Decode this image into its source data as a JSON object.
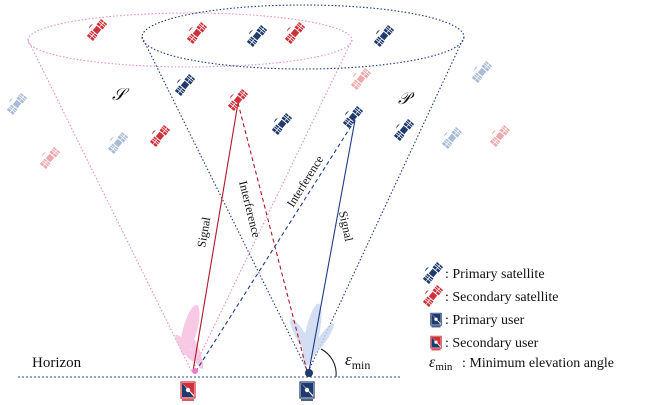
{
  "diagram": {
    "set_labels": {
      "secondary": "𝒮",
      "primary": "𝒫"
    },
    "link_labels": {
      "signal_secondary": "Signal",
      "interference_to_secondary": "Interference",
      "interference_to_primary": "Interference",
      "signal_primary": "Signal"
    },
    "horizon_label": "Horizon",
    "elevation_symbol": "ε",
    "elevation_subscript": "min",
    "legend": [
      {
        "icon": "primary-satellite-icon",
        "text": ": Primary satellite"
      },
      {
        "icon": "secondary-satellite-icon",
        "text": ": Secondary satellite"
      },
      {
        "icon": "primary-user-icon",
        "text": ": Primary user"
      },
      {
        "icon": "secondary-user-icon",
        "text": ": Secondary user"
      },
      {
        "icon": "elevation-angle-symbol",
        "symbol": "ε",
        "subscript": "min",
        "text": " : Minimum elevation angle"
      }
    ],
    "colors": {
      "primary": "#1f3a6e",
      "primary_faded": "#aabbd8",
      "secondary": "#d0303a",
      "secondary_faded": "#eea9ad",
      "secondary_cone": "#e9a0c8",
      "primary_beam": "#c9d6f0",
      "secondary_beam": "#f6b8dc",
      "horizon": "#2a4a8a"
    }
  }
}
